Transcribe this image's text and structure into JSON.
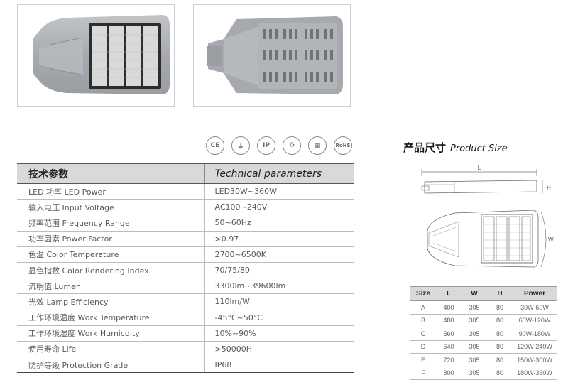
{
  "certifications": [
    {
      "name": "ce-mark-icon",
      "text": "CE"
    },
    {
      "name": "earth-ground-icon",
      "text": "⏚"
    },
    {
      "name": "ip-rating-icon",
      "text": "IP"
    },
    {
      "name": "energy-saving-icon",
      "text": "♻"
    },
    {
      "name": "led-icon",
      "text": "▦"
    },
    {
      "name": "rohs-icon",
      "text": "RoHS"
    }
  ],
  "parameters": {
    "header_cn": "技术参数",
    "header_en": "Technical parameters",
    "rows": [
      {
        "label": "LED 功率 LED Power",
        "value": "LED30W~360W"
      },
      {
        "label": "输入电压 Input Voltage",
        "value": "AC100~240V"
      },
      {
        "label": "频率范围 Frequency Range",
        "value": "50~60Hz"
      },
      {
        "label": "功率因素 Power Factor",
        "value": ">0.97"
      },
      {
        "label": "色温 Color Temperature",
        "value": "2700~6500K"
      },
      {
        "label": "显色指数 Color Rendering Index",
        "value": "70/75/80"
      },
      {
        "label": "流明值 Lumen",
        "value": "3300lm~39600lm"
      },
      {
        "label": "光效 Lamp Efficiency",
        "value": "110lm/W"
      },
      {
        "label": "工作环境温度 Work Temperature",
        "value": "-45°C~50°C"
      },
      {
        "label": "工作环境湿度 Work Humicdity",
        "value": "10%~90%"
      },
      {
        "label": "使用寿命 Life",
        "value": ">50000H"
      },
      {
        "label": "防护等级 Protection Grade",
        "value": "IP68"
      }
    ]
  },
  "product_size": {
    "title_cn": "产品尺寸",
    "title_en": "Product Size",
    "dim_labels": {
      "length": "L",
      "height": "H",
      "width": "W"
    },
    "columns": [
      "Size",
      "L",
      "W",
      "H",
      "Power"
    ],
    "rows": [
      [
        "A",
        "400",
        "305",
        "80",
        "30W-60W"
      ],
      [
        "B",
        "480",
        "305",
        "80",
        "60W-120W"
      ],
      [
        "C",
        "560",
        "305",
        "80",
        "90W-180W"
      ],
      [
        "D",
        "640",
        "305",
        "80",
        "120W-240W"
      ],
      [
        "E",
        "720",
        "305",
        "80",
        "150W-300W"
      ],
      [
        "F",
        "800",
        "305",
        "80",
        "180W-360W"
      ]
    ]
  },
  "colors": {
    "housing": "#a9acaf",
    "housing_dark": "#8e9195",
    "led_panel": "#c8c8c8",
    "header_bg": "#d9d9d9"
  }
}
